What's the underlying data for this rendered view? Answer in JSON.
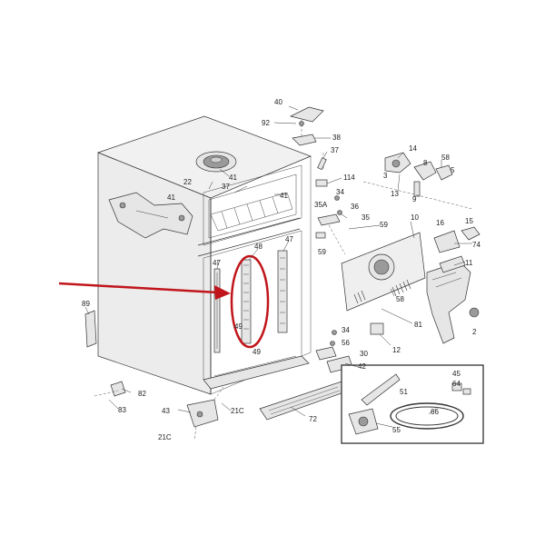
{
  "labels": {
    "l40": "40",
    "l92": "92",
    "l38": "38",
    "l37a": "37",
    "l14": "14",
    "l8a": "8",
    "l58a": "58",
    "l5": "5",
    "l3": "3",
    "l13": "13",
    "l9": "9",
    "l41a": "41",
    "l41b": "41",
    "l41c": "41",
    "l22": "22",
    "l37b": "37",
    "l114": "114",
    "l34a": "34",
    "l36": "36",
    "l35a": "35A",
    "l35": "35",
    "l59a": "59",
    "l59b": "59",
    "l10": "10",
    "l16": "16",
    "l15": "15",
    "l74": "74",
    "l11": "11",
    "l48": "48",
    "l47a": "47",
    "l47b": "47",
    "l49a": "49",
    "l49b": "49",
    "l89": "89",
    "l58b": "58",
    "l81": "81",
    "l2": "2",
    "l34b": "34",
    "l56": "56",
    "l30": "30",
    "l42": "42",
    "l12": "12",
    "l45": "45",
    "l64": "64",
    "l51": "51",
    "l66": "66",
    "l55": "55",
    "l82": "82",
    "l83": "83",
    "l43": "43",
    "l21c1": "21C",
    "l21c2": "21C",
    "l72": "72"
  },
  "colors": {
    "arrow": "#c0161b",
    "highlight": "#c0161b",
    "line": "#333333"
  }
}
